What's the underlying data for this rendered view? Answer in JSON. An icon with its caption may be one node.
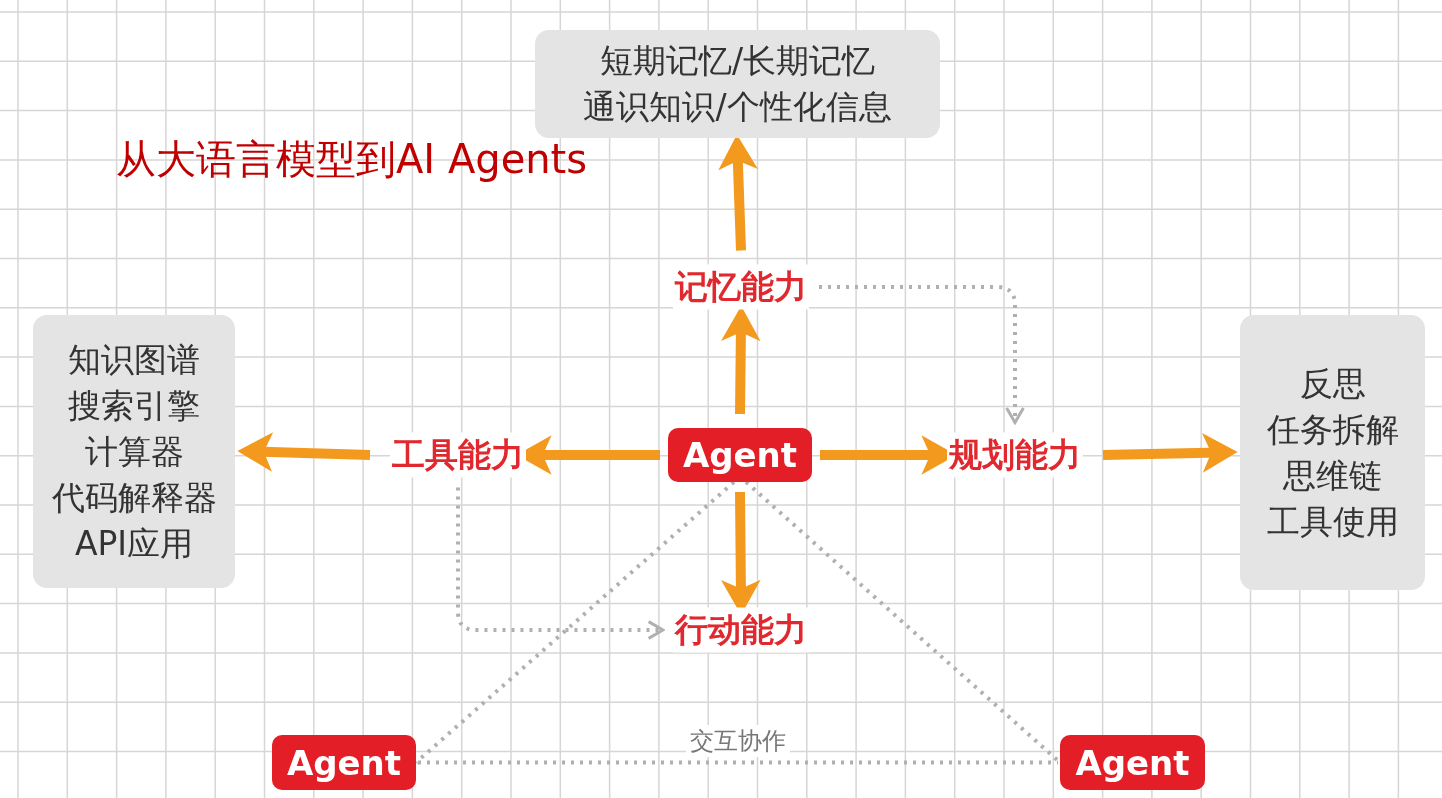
{
  "diagram": {
    "title": "从大语言模型到AI Agents",
    "nodes": [
      {
        "text": [
          "短期记忆/长期记忆",
          "通识知识/个性化信息"
        ]
      },
      {
        "text": [
          "记忆能力"
        ]
      },
      {
        "text": [
          "工具能力"
        ]
      },
      {
        "text": [
          "Agent"
        ]
      },
      {
        "text": [
          "规划能力"
        ]
      },
      {
        "text": [
          "知识图谱",
          "搜索引擎",
          "计算器",
          "代码解释器",
          "API应用"
        ]
      },
      {
        "text": [
          "反思",
          "任务拆解",
          "思维链",
          "工具使用"
        ]
      },
      {
        "text": [
          "行动能力"
        ]
      },
      {
        "text": [
          "Agent"
        ]
      },
      {
        "text": [
          "Agent"
        ]
      }
    ],
    "edges": [
      {
        "from": 3,
        "to": 1,
        "arrow": "to"
      },
      {
        "from": 1,
        "to": 0,
        "arrow": "to"
      },
      {
        "from": 3,
        "to": 2,
        "arrow": "to"
      },
      {
        "from": 2,
        "to": 5,
        "arrow": "to"
      },
      {
        "from": 3,
        "to": 4,
        "arrow": "to"
      },
      {
        "from": 4,
        "to": 6,
        "arrow": "to"
      },
      {
        "from": 3,
        "to": 7,
        "arrow": "to"
      },
      {
        "from": 1,
        "to": 4,
        "arrow": "to",
        "style": "dashed",
        "color": "#b0b0b0"
      },
      {
        "from": 2,
        "to": 7,
        "arrow": "to",
        "style": "dashed",
        "color": "#b0b0b0"
      },
      {
        "from": 3,
        "to": 8,
        "arrow": "none",
        "style": "dashed",
        "color": "#b0b0b0"
      },
      {
        "from": 3,
        "to": 9,
        "arrow": "none",
        "style": "dashed",
        "color": "#b0b0b0"
      },
      {
        "from": 8,
        "to": 9,
        "arrow": "none",
        "style": "dashed",
        "color": "#b0b0b0",
        "label": "交互协作"
      }
    ]
  }
}
